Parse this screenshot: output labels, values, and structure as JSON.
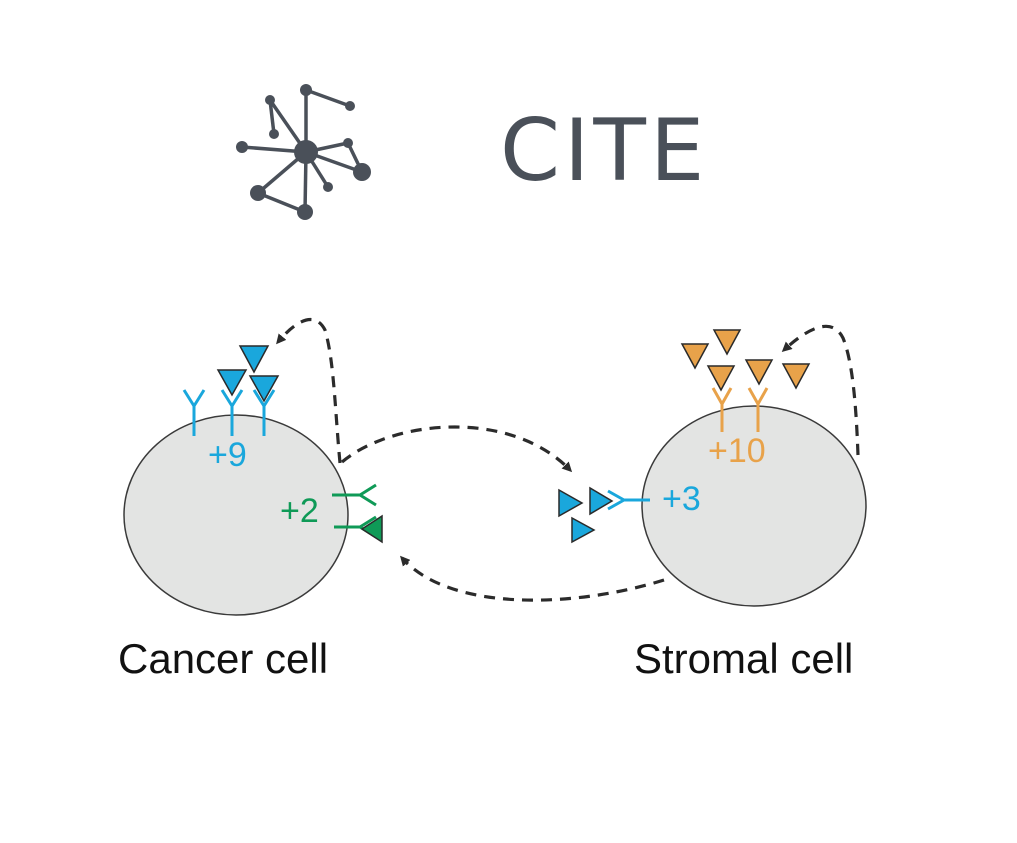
{
  "logo": {
    "title": "CITE",
    "icon": "network-icon"
  },
  "cancer_cell": {
    "label": "Cancer cell",
    "autocrine_count": "+9",
    "paracrine_count": "+2"
  },
  "stromal_cell": {
    "label": "Stromal cell",
    "autocrine_count": "+10",
    "paracrine_count": "+3"
  },
  "colors": {
    "blue": "#1aa7dc",
    "green": "#0f9a57",
    "orange": "#e8a24a",
    "logo_gray": "#4a5059",
    "cell_fill": "#e3e4e3"
  }
}
